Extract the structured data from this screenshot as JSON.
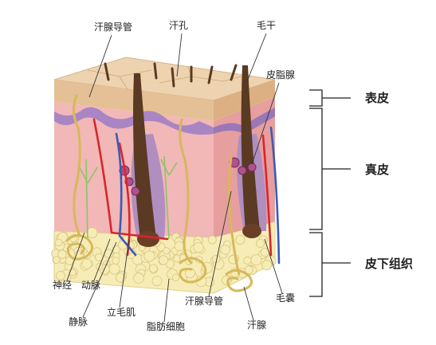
{
  "labels": {
    "sweat_duct_top": "汗腺导管",
    "pore": "汗孔",
    "hair_shaft": "毛干",
    "sebaceous_gland": "皮脂腺",
    "nerve": "神经",
    "artery": "动脉",
    "vein": "静脉",
    "arrector_pili": "立毛肌",
    "fat_cells": "脂肪细胞",
    "sweat_duct_bottom": "汗腺导管",
    "sweat_gland": "汗腺",
    "follicle": "毛囊"
  },
  "layers": {
    "epidermis": "表皮",
    "dermis": "真皮",
    "subcutis": "皮下组织"
  },
  "colors": {
    "epidermis": "#e9c9a3",
    "dermis": "#f2b7b7",
    "dermis_side": "#e79e9f",
    "fat": "#f6ecb6",
    "hair": "#5a3a22",
    "sheath": "#b08ec0",
    "artery": "#d8262c",
    "vein": "#3a5bb8",
    "nerve": "#8cc46a",
    "gland": "#e8d07a"
  }
}
